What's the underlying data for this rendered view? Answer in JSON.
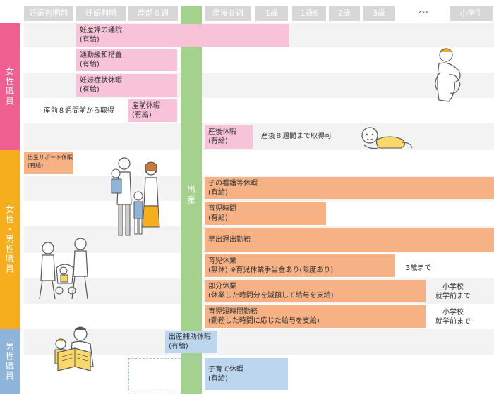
{
  "header": {
    "cols": [
      "妊娠判明前",
      "妊娠判明",
      "産前８週",
      "産後８週",
      "1歳",
      "1歳6",
      "2歳",
      "3歳",
      "〜",
      "小学生"
    ]
  },
  "categories": {
    "female": "女性職員",
    "both": "女性・男性職員",
    "male": "男性職員"
  },
  "birth_label": "出産",
  "bars": {
    "b1": [
      "妊産婦の通院",
      "(有給)"
    ],
    "b2": [
      "通勤緩和措置",
      "(有給)"
    ],
    "b3": [
      "妊娠症状休暇",
      "(有給)"
    ],
    "b4": [
      "産前休暇",
      "(有給)"
    ],
    "b5": [
      "産後休暇",
      "(有給)"
    ],
    "b6": [
      "出生サポート休暇",
      "(有給)"
    ],
    "b7": [
      "子の看護等休暇",
      "(有給)"
    ],
    "b8": [
      "育児時間",
      "(有給)"
    ],
    "b9": [
      "早出遅出勤務"
    ],
    "b10": [
      "育児休業",
      "(無休) ※育児休業手当金あり(限度あり)"
    ],
    "b11": [
      "部分休業",
      "(休業した時間分を減額して給与を支給)"
    ],
    "b12": [
      "育児短時間勤務",
      "(勤務した時間に応じた給与を支給)"
    ],
    "b13": [
      "出産補助休暇",
      "(有給)"
    ],
    "b14": [
      "子育て休暇",
      "(有給)"
    ]
  },
  "notes": {
    "n1": "産前８週間前から取得",
    "n2": "産後８週間まで取得可",
    "n3": "3歳まで",
    "n4": [
      "小学校",
      "就学前まで"
    ],
    "n5": [
      "小学校",
      "就学前まで"
    ]
  },
  "colors": {
    "female": "#ef5f8f",
    "both": "#f6ae1d",
    "male": "#8fb4da",
    "pink_bar": "#f8c3d9",
    "orange_bar": "#f6b184",
    "blue_bar": "#bcd6ef",
    "birth": "#a5d18f",
    "header_bg": "#d7d7d7"
  },
  "illustrations": [
    "pregnant-woman-illustration",
    "baby-crawling-illustration",
    "family-illustration",
    "couple-stroller-illustration",
    "father-reading-illustration"
  ]
}
